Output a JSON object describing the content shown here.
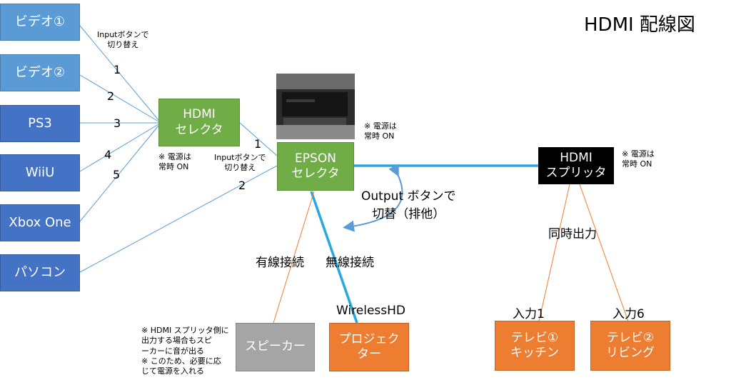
{
  "title": "HDMI 配線図",
  "sources": [
    {
      "label": "ビデオ①",
      "input": "1"
    },
    {
      "label": "ビデオ②",
      "input": "2"
    },
    {
      "label": "PS3",
      "input": "3"
    },
    {
      "label": "WiiU",
      "input": "4"
    },
    {
      "label": "Xbox One",
      "input": "5"
    },
    {
      "label": "パソコン",
      "input": "2"
    }
  ],
  "hdmi_selector": {
    "label": "HDMI\nセレクタ",
    "note": "※ 電源は\n常時 ON",
    "switch_note": "Inputボタンで\n切り替え"
  },
  "epson_selector": {
    "label": "EPSON\nセレクタ",
    "note": "※ 電源は\n常時 ON",
    "switch_note": "Inputボタンで\n切り替え",
    "input_from_hdmi_selector": "1",
    "output_note": "Output ボタンで\n切替（排他）"
  },
  "splitter": {
    "label": "HDMI\nスプリッタ",
    "note": "※ 電源は\n常時 ON",
    "output_note": "同時出力"
  },
  "wired_label": "有線接続",
  "wireless_label": "無線接続",
  "speaker": {
    "label": "スピーカー",
    "note": "※ HDMI スプリッタ側に\n出力する場合もスピ\nーカーに音が出る\n※ このため、必要に応\nじて電源を入れる"
  },
  "projector": {
    "label": "プロジェク\nター",
    "header": "WirelessHD"
  },
  "tvs": [
    {
      "label": "テレビ①\nキッチン",
      "input": "入力1"
    },
    {
      "label": "テレビ②\nリビング",
      "input": "入力6"
    }
  ],
  "colors": {
    "source_light": "#5b9bd5",
    "source_dark": "#4472c4",
    "selector": "#70ad47",
    "splitter": "#000000",
    "speaker": "#a5a5a5",
    "sink": "#ed7d31",
    "hdmi_link": "#29a8e0",
    "wired_link": "#ed7d31"
  }
}
